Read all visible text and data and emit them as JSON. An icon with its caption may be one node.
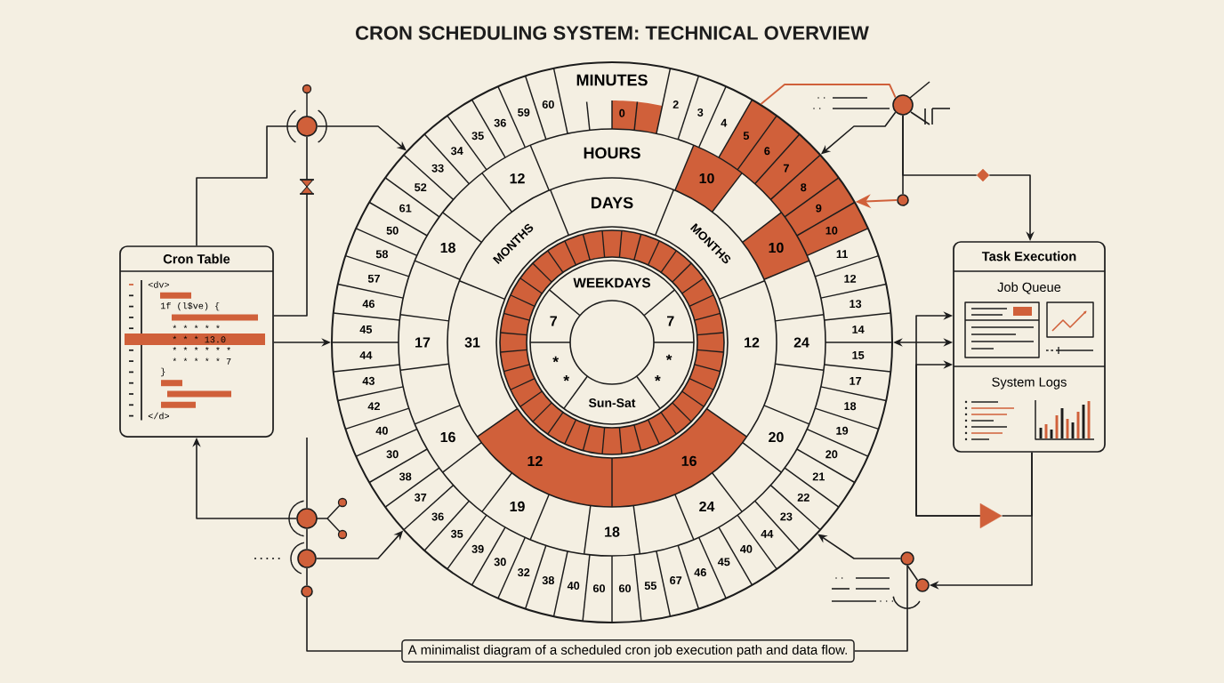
{
  "diagram": {
    "title": "CRON SCHEDULING SYSTEM: TECHNICAL OVERVIEW",
    "nodes": [
      {
        "text": [
          "Cron Table",
          "<dv>",
          "1f (l$ve) {",
          "* * * * *",
          "* * * 13.0",
          "* * * * * *",
          "* * * * * 7",
          "}",
          "</d>"
        ]
      },
      {
        "text": [],
        "shape": "circle"
      },
      {
        "text": [
          "Task Execution"
        ]
      },
      {
        "text": [
          "Job Queue"
        ],
        "in": 2
      },
      {
        "text": [
          "System Logs"
        ],
        "in": 2
      },
      {
        "text": [
          "A minimalist diagram of a scheduled cron job execution path and data flow."
        ]
      },
      {
        "text": [],
        "shape": "circle"
      },
      {
        "text": [],
        "shape": "circle"
      },
      {
        "text": [],
        "shape": "diamond"
      },
      {
        "text": [],
        "shape": "circle"
      },
      {
        "text": [],
        "shape": "circle"
      },
      {
        "text": [],
        "shape": "circle"
      },
      {
        "text": [],
        "shape": "circle"
      },
      {
        "text": [],
        "shape": "triangle"
      },
      {
        "text": [],
        "shape": "circle"
      },
      {
        "text": [],
        "shape": "circle"
      },
      {
        "text": [],
        "shape": "hourglass"
      }
    ],
    "edges": [
      {
        "from": 0,
        "to": 6,
        "arrow": "none"
      },
      {
        "from": 6,
        "to": 1,
        "arrow": "to"
      },
      {
        "from": 6,
        "to": 16,
        "arrow": "none"
      },
      {
        "from": 0,
        "to": 1,
        "arrow": "to"
      },
      {
        "from": 10,
        "to": 0,
        "arrow": "to"
      },
      {
        "from": 11,
        "to": 1,
        "arrow": "to"
      },
      {
        "from": 12,
        "to": 5,
        "arrow": "none"
      },
      {
        "from": 7,
        "to": 1,
        "arrow": "to"
      },
      {
        "from": 9,
        "to": 1,
        "arrow": "to",
        "color": "#d0603a"
      },
      {
        "from": 7,
        "to": 9,
        "arrow": "none"
      },
      {
        "from": 8,
        "to": 2,
        "arrow": "to"
      },
      {
        "from": 1,
        "to": 2,
        "arrow": "both"
      },
      {
        "from": 13,
        "to": 2,
        "arrow": "to"
      },
      {
        "from": 13,
        "to": 2,
        "arrow": "to"
      },
      {
        "from": 2,
        "to": 13,
        "arrow": "none"
      },
      {
        "from": 2,
        "to": 15,
        "arrow": "to"
      },
      {
        "from": 5,
        "to": 14,
        "arrow": "none"
      },
      {
        "from": 14,
        "to": 1,
        "arrow": "to"
      },
      {
        "from": 14,
        "to": 15,
        "arrow": "none"
      },
      {
        "from": 7,
        "to": 8,
        "arrow": "none"
      },
      {
        "from": null,
        "to": 10,
        "arrow": "none"
      },
      {
        "from": 10,
        "to": 11,
        "arrow": "none"
      },
      {
        "from": 11,
        "to": 12,
        "arrow": "none"
      },
      {
        "from": 16,
        "to": 0,
        "arrow": "none"
      },
      {
        "from": 1,
        "to": 7,
        "arrow": "none",
        "color": "#d0603a"
      }
    ],
    "labels": [
      "MINUTES",
      "0",
      "2",
      "3",
      "4",
      "5",
      "6",
      "7",
      "8",
      "9",
      "10",
      "11",
      "12",
      "13",
      "14",
      "15",
      "17",
      "18",
      "19",
      "20",
      "21",
      "22",
      "23",
      "44",
      "40",
      "45",
      "46",
      "67",
      "55",
      "60",
      "60",
      "40",
      "38",
      "32",
      "30",
      "39",
      "35",
      "36",
      "37",
      "38",
      "30",
      "40",
      "42",
      "43",
      "44",
      "45",
      "46",
      "57",
      "58",
      "50",
      "61",
      "52",
      "33",
      "34",
      "35",
      "36",
      "59",
      "60",
      "HOURS",
      "10",
      "10",
      "24",
      "20",
      "24",
      "18",
      "19",
      "16",
      "17",
      "18",
      "12",
      "DAYS",
      "MONTHS",
      "12",
      "16",
      "12",
      "31",
      "MONTHS",
      "WEEKDAYS",
      "7",
      "*",
      "*",
      "Sun-Sat",
      "*",
      "*",
      "7"
    ]
  }
}
